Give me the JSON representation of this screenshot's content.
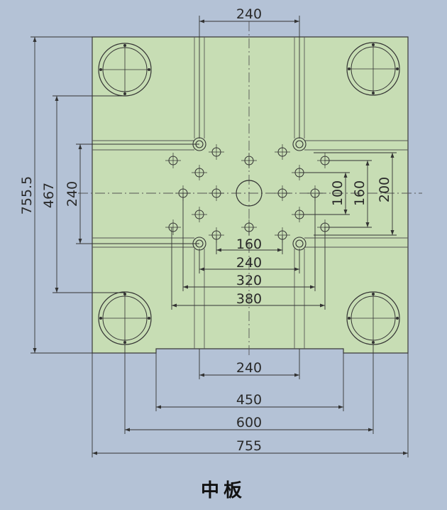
{
  "colors": {
    "background": "#b4c2d6",
    "plate_fill": "#c7ddb4",
    "line": "#3a3a3a"
  },
  "dimensions": {
    "top_width": "240",
    "plate_height_outer": "755.5",
    "tie_bar_vertical": "467",
    "platen_vertical": "240",
    "hole_row_100": "100",
    "hole_row_160": "160",
    "hole_row_200": "200",
    "hole_row_h160": "160",
    "hole_row_h240": "240",
    "hole_row_h320": "320",
    "hole_row_h380": "380",
    "bottom_240": "240",
    "bottom_450": "450",
    "bottom_600": "600",
    "bottom_755": "755"
  },
  "caption": "中板"
}
